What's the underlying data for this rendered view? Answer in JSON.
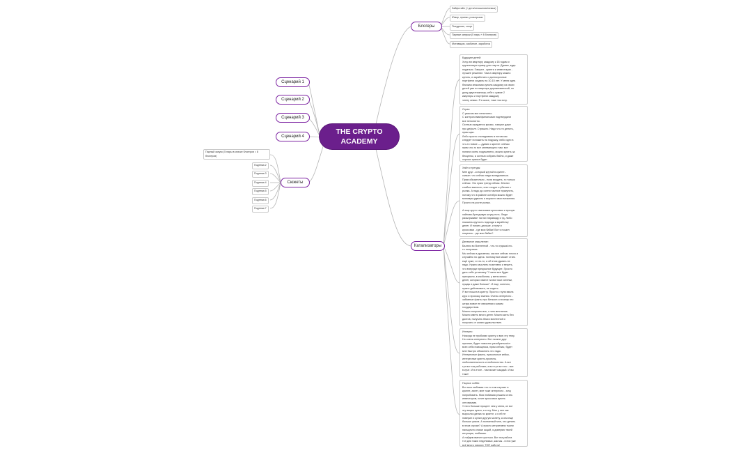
{
  "central": {
    "title": "THE CRYPTO ACADEMY"
  },
  "branches": {
    "bloggers": "Блогеры",
    "catalysts": "Катализаторы",
    "plots": "Сюжеты",
    "scenarios": [
      "Сценарий 1",
      "Сценарий 2",
      "Сценарий 3",
      "Сценарий 4"
    ]
  },
  "blogger_items": [
    "Лайфстайл (+ дети/отношения/семья)",
    "Юмор, пранки, розыгрыши",
    "Похудение, спорт",
    "Парные запуски (5 пары + 8 блогеров)",
    "Мотивация, изобилие, заработок"
  ],
  "plot_items": [
    "Парный запуск (5 пары в списке блогеров = 8 блогеров)",
    "Подтема 2",
    "Подтема 3",
    "Подтема 4",
    "Подтема 5",
    "Подтема 6",
    "Подтема 7"
  ],
  "catalyst_notes": [
    "Будущее детей:\nХочу им квартиру каждому к 18 годам и\nкрупненькую сумму для старта. Думаю, куда\nподаться. Говорят - крипта и инвестиции -\nлучшее решение. Там и квартиру можно\nкупить, и заработать и долгосрочные\nпортфели создать на 10-15 лет. У меня одна\nблизкая знакомая купила каждому из своих\nдетей уже по квартире дорожникинской, по\nдому двухэтажному, себе к сумме 2\nквартиры и портфели каждому\nчлену семьи. Я в шоке, тоже так хочу.",
    "Страх:\nС ужасом все непонятно.\nС контроллами/финансами подтвердили\nвсе непонятно.\nОсенью ожидается кризис, говорят даже\nпро дефолт. Страшно. Надо что-то делать,\nпрям щас.\nЛибо просто откладывать в пятом как\nследует положить на подушку, либо идти в\nчто-то новое — думаю о крипте: сейчас\nпрям что-то все затевающего там: все\nпоняли очень подешевело, можно купить за\nбесценок, а осенью собрать бабло, и даже\nхорошо крыша будет",
    "Хайп и тренды:\nМне друг - который крутой в крипте -\nсказал: что сейчас надо вкладываться.\nПрям обязательно - если входить, то только\nсейчас. Это прям тренд сейчас. Многих\nслабых вынесло, снег сходит и убегает с\nрынка. А надо до осени там все прикупить,\nпотому что в районе октября можно будет\nминимум удвоить и вырасти свои вложения.\nПросто на росте рынка.\n\nА еще круто там всякие кроссовки и прочую\nхайпово-брендовую штуку есть. Люди\nразыгрывают на них пирамиду и тд, любо\nпоказать крутость подхода к заработку\nденег. И начать дальше, и нуну и\nкроссовки - где мои бабки! Вот я пошел\nпокупать - где мои бабки?",
    "Денежное мышление:\nБаланс во Вселенной - что-то отдашь/что-\nто получишь.\nМы сейчас в духовном, как все сейчас плохо и\nслучайно но здесь: поэтому все может стать\nещё хуже, и что-то, а об этом думать не\nнадо. Нужно мыслить позитивно и верить,\nчто впереди прекрасное будущее. Просто\nдать себе установку \"У меня все будет\nпрекрасно, в изобилии, у меня много\nденег, которых хватит на все мои хотелки,\nнужды и даже больше\". И еще, конечно,\nнужно действовать, не сидеть.\nЯ вот пошла в крипту. Просто с нуля взяла\nкурс и прохожу знания. Очень интересно -\nзабавные факты про биткоин и почему это\nштука вовсе не связанная с каким\nгосударством.\nМожно получить все, о чем мечтаешь.\nМожно иметь много денег. Можно жить без\nдолгов, получать блага вселенной и\nполучать от жизни удовольствие.",
    "Интерес:\nНикогда не пробовал крипту и всю эту тему.\nНо очень интересно. Вот на мне друг\nпризнал, будет помогать разобраться/от\nвсех себя помощника, прям сейчас, будет\nмне быстро объяснять что надо.\nИнтересные факты, прикольные кейсы,\nинтересные крипто-проекты,\nлюбознательность и любопытство. А вот\nтут вот так работает, а вот тут вот это - все\nв куче. И в итоге - там может каждый. И вы\nтоже!",
    "Парное хобби:\nВот моя любимая что-то там изучает в\nкрипте, ахнет, мне тоже интересно - хочу\nпопробовать. Моя любимая решила стать\nинвестором, хочет кроссовки купить\nоптовиками.\nУ него больше процент чем у меня, он вот\nэту акцию купил, а я эту. Мне у нее как\nвыросла сделка по крипте, а я ей не\nповерил и купил другую монету, а она еще\nбольше упала. А поэтапный мне, что делать\nв этом случае? А просто интуитивно тыкни\nпальцем в списке акций, я доверяю твоей\nинтуиции, любимая.\nА пойдем вместе учиться. Вот эта работа\nтоп для таких неделимых, как мы - в них уже\nвсё много говорят, ТОП работа!"
  ],
  "colors": {
    "central": "#6b1f8c",
    "accent": "#7a1fa0",
    "line": "#b5b5b5"
  }
}
